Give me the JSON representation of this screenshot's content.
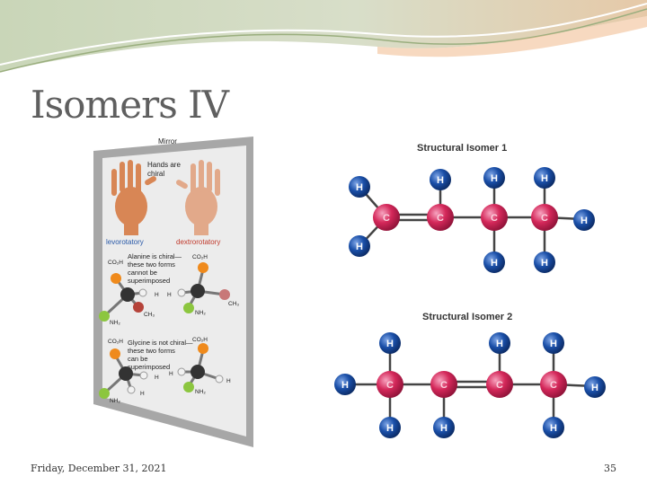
{
  "slide": {
    "title": "Isomers IV",
    "date": "Friday, December 31, 2021",
    "page_number": "35"
  },
  "mirror_figure": {
    "mirror_label": "Mirror",
    "hands_caption": [
      "Hands are",
      "chiral"
    ],
    "levorotatory": "levorotatory",
    "dextrorotatory": "dextrorotatory",
    "alanine_caption": [
      "Alanine is chiral—",
      "these two forms",
      "cannot be",
      "superimposed"
    ],
    "glycine_caption": [
      "Glycine is not chiral—",
      "these two forms",
      "can be",
      "superimposed"
    ],
    "atom_labels": {
      "co2h": "CO₂H",
      "h": "H",
      "ch3": "CH₃",
      "nh2": "NH₂"
    }
  },
  "isomer_figure": {
    "isomer1_title": "Structural Isomer 1",
    "isomer2_title": "Structural Isomer 2",
    "carbon_label": "C",
    "hydrogen_label": "H"
  },
  "colors": {
    "carbon": "#d4285a",
    "hydrogen": "#1a4fa8",
    "mirror_frame": "#a7a7a7",
    "mirror_glass": "#e4e4e4",
    "levorotatory_label": "#2a5aa8",
    "dextrorotatory_label": "#c0392b",
    "co2h_atom": "#ef8a1c",
    "nh2_atom": "#8cc63f",
    "ch3_atom": "#b5433a",
    "chiral_center": "#333333",
    "title_text": "#5f5f5f"
  }
}
